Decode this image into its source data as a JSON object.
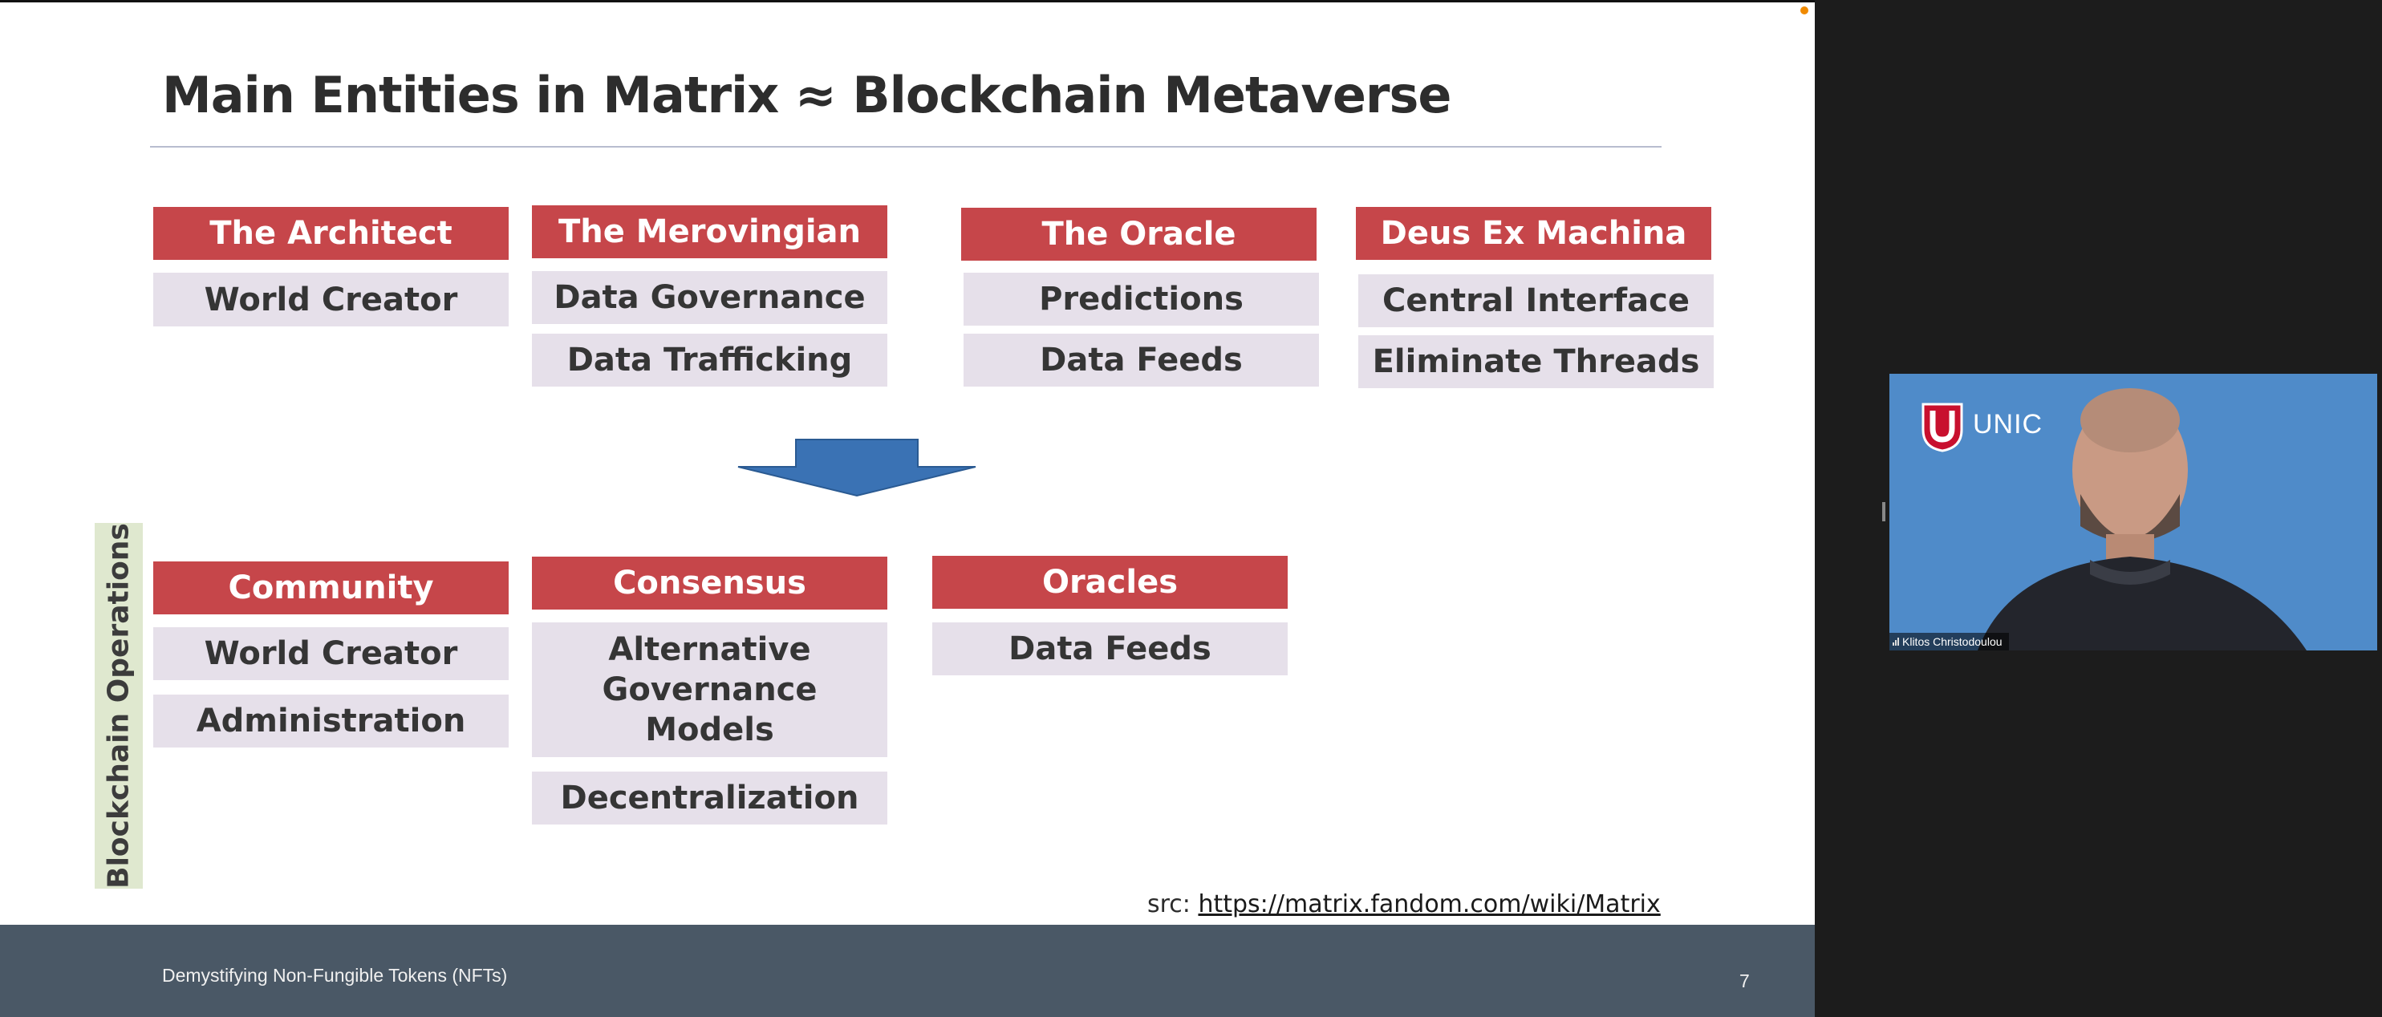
{
  "slide": {
    "title": "Main Entities in Matrix ≈ Blockchain Metaverse",
    "matrix_entities": [
      {
        "heading": "The Architect",
        "items": [
          "World Creator"
        ]
      },
      {
        "heading": "The Merovingian",
        "items": [
          "Data Governance",
          "Data Trafficking"
        ]
      },
      {
        "heading": "The Oracle",
        "items": [
          "Predictions",
          "Data Feeds"
        ]
      },
      {
        "heading": "Deus Ex Machina",
        "items": [
          "Central Interface",
          "Eliminate Threads"
        ]
      }
    ],
    "operations_label": "Blockchain Operations",
    "blockchain_entities": [
      {
        "heading": "Community",
        "items": [
          "World Creator",
          "Administration"
        ]
      },
      {
        "heading": "Consensus",
        "items": [
          "Alternative Governance Models",
          "Decentralization"
        ]
      },
      {
        "heading": "Oracles",
        "items": [
          "Data Feeds"
        ]
      }
    ],
    "source_prefix": "src:",
    "source_link": "https://matrix.fandom.com/wiki/Matrix",
    "footer_text": "Demystifying Non-Fungible Tokens (NFTs)",
    "page_number": "7"
  },
  "video": {
    "logo_text": "UNIC",
    "participant_name": "Klitos Christodoulou"
  },
  "colors": {
    "heading_fill": "#c6464a",
    "item_fill": "#e6e0ea",
    "arrow_fill": "#3a72b4",
    "footer_fill": "#4a5866",
    "ops_label_fill": "#dfe8cf"
  }
}
